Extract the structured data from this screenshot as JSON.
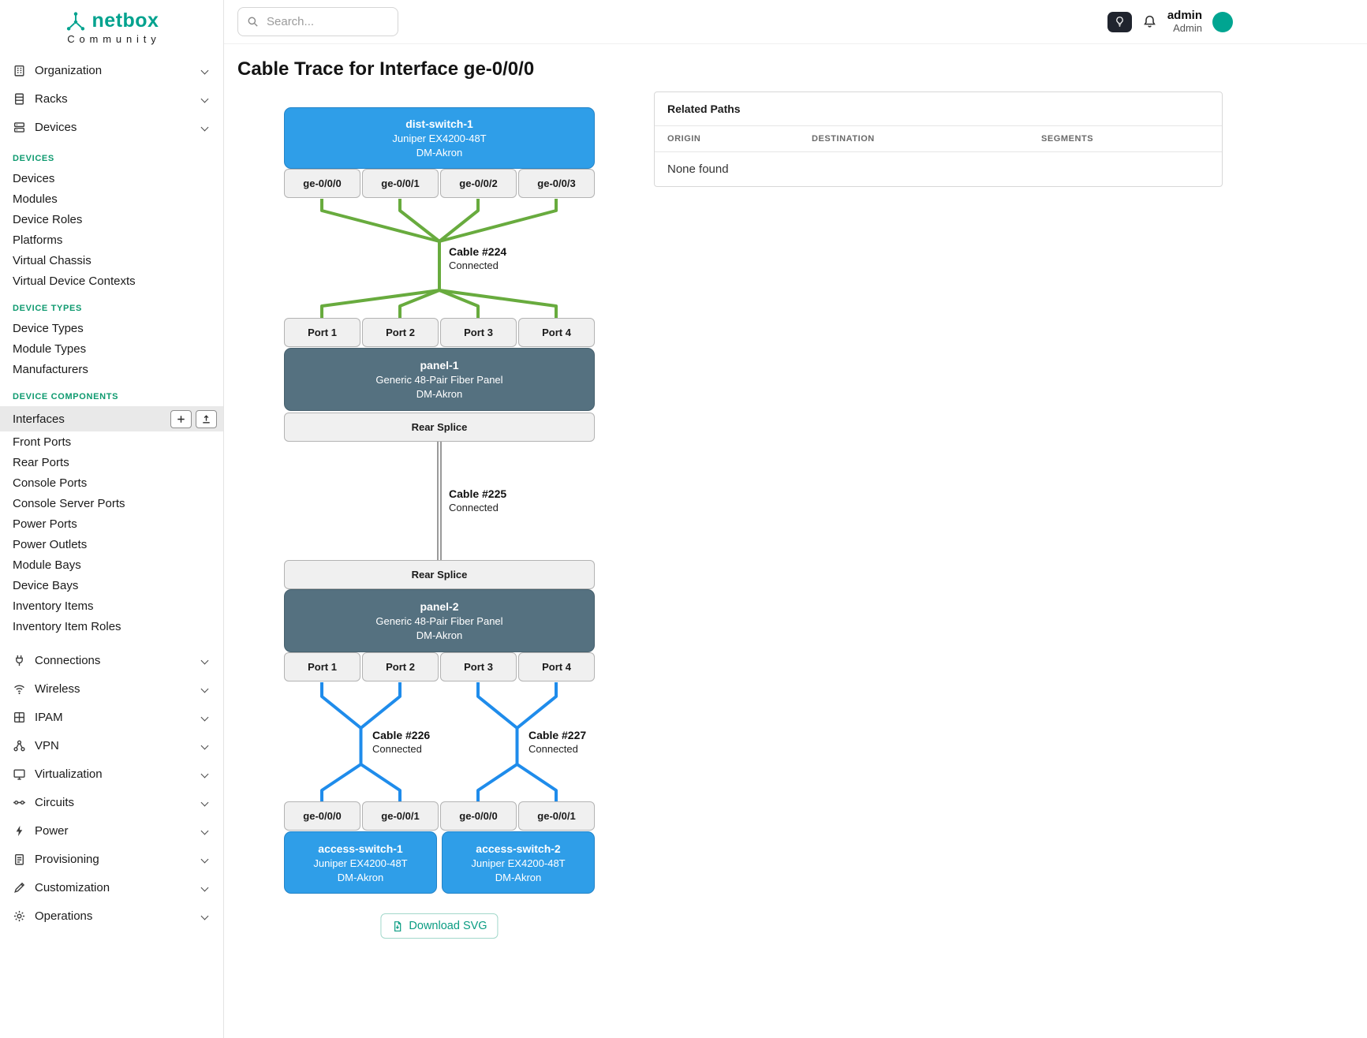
{
  "brand": {
    "name": "netbox",
    "subtitle": "Community"
  },
  "topbar": {
    "search_placeholder": "Search...",
    "user": {
      "name": "admin",
      "role": "Admin"
    }
  },
  "sidebar": {
    "top_items": [
      {
        "label": "Organization",
        "icon": "organization-icon"
      },
      {
        "label": "Racks",
        "icon": "racks-icon"
      },
      {
        "label": "Devices",
        "icon": "devices-icon"
      }
    ],
    "sections": [
      {
        "header": "DEVICES",
        "items": [
          "Devices",
          "Modules",
          "Device Roles",
          "Platforms",
          "Virtual Chassis",
          "Virtual Device Contexts"
        ]
      },
      {
        "header": "DEVICE TYPES",
        "items": [
          "Device Types",
          "Module Types",
          "Manufacturers"
        ]
      },
      {
        "header": "DEVICE COMPONENTS",
        "items": [
          "Interfaces",
          "Front Ports",
          "Rear Ports",
          "Console Ports",
          "Console Server Ports",
          "Power Ports",
          "Power Outlets",
          "Module Bays",
          "Device Bays",
          "Inventory Items",
          "Inventory Item Roles"
        ]
      }
    ],
    "bottom_items": [
      {
        "label": "Connections",
        "icon": "connections-icon"
      },
      {
        "label": "Wireless",
        "icon": "wireless-icon"
      },
      {
        "label": "IPAM",
        "icon": "ipam-icon"
      },
      {
        "label": "VPN",
        "icon": "vpn-icon"
      },
      {
        "label": "Virtualization",
        "icon": "virtualization-icon"
      },
      {
        "label": "Circuits",
        "icon": "circuits-icon"
      },
      {
        "label": "Power",
        "icon": "power-icon"
      },
      {
        "label": "Provisioning",
        "icon": "provisioning-icon"
      },
      {
        "label": "Customization",
        "icon": "customization-icon"
      },
      {
        "label": "Operations",
        "icon": "operations-icon"
      }
    ]
  },
  "page": {
    "title": "Cable Trace for Interface ge-0/0/0"
  },
  "trace": {
    "top_device": {
      "name": "dist-switch-1",
      "model": "Juniper EX4200-48T",
      "site": "DM-Akron",
      "interfaces": [
        "ge-0/0/0",
        "ge-0/0/1",
        "ge-0/0/2",
        "ge-0/0/3"
      ]
    },
    "cable_224": {
      "label": "Cable #224",
      "status": "Connected",
      "color": "#68ab3e"
    },
    "panel_1": {
      "name": "panel-1",
      "model": "Generic 48-Pair Fiber Panel",
      "site": "DM-Akron",
      "front_ports": [
        "Port 1",
        "Port 2",
        "Port 3",
        "Port 4"
      ],
      "rear_port": "Rear Splice"
    },
    "cable_225": {
      "label": "Cable #225",
      "status": "Connected",
      "color": "#9a9a9a"
    },
    "panel_2": {
      "name": "panel-2",
      "model": "Generic 48-Pair Fiber Panel",
      "site": "DM-Akron",
      "front_ports": [
        "Port 1",
        "Port 2",
        "Port 3",
        "Port 4"
      ],
      "rear_port": "Rear Splice"
    },
    "cable_226": {
      "label": "Cable #226",
      "status": "Connected",
      "color": "#1f8ceb"
    },
    "cable_227": {
      "label": "Cable #227",
      "status": "Connected",
      "color": "#1f8ceb"
    },
    "bottom_devices": [
      {
        "name": "access-switch-1",
        "model": "Juniper EX4200-48T",
        "site": "DM-Akron",
        "interfaces": [
          "ge-0/0/0",
          "ge-0/0/1"
        ]
      },
      {
        "name": "access-switch-2",
        "model": "Juniper EX4200-48T",
        "site": "DM-Akron",
        "interfaces": [
          "ge-0/0/0",
          "ge-0/0/1"
        ]
      }
    ],
    "download_button": "Download SVG",
    "colors": {
      "device_box": "#2f9ee8",
      "panel_box": "#557180"
    }
  },
  "related_paths": {
    "title": "Related Paths",
    "columns": [
      "ORIGIN",
      "DESTINATION",
      "SEGMENTS"
    ],
    "empty_text": "None found"
  }
}
